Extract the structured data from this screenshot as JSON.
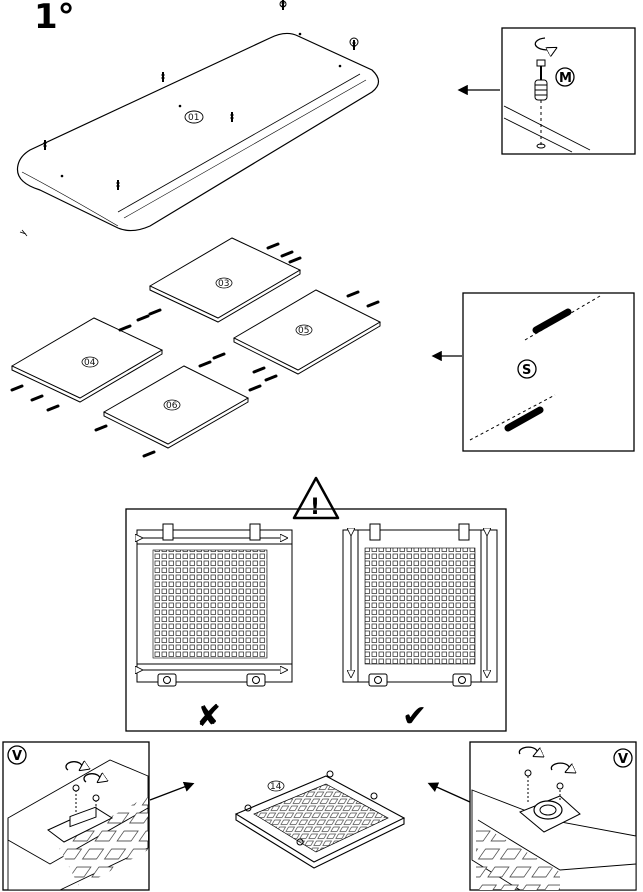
{
  "step": {
    "number": "1°"
  },
  "parts": {
    "p01": "01",
    "p03": "03",
    "p04": "04",
    "p05": "05",
    "p06": "06",
    "p14": "14"
  },
  "fittings": {
    "m": "M",
    "s": "S",
    "v": "V"
  },
  "warning_symbol": "!",
  "wrong_mark": "✘",
  "right_mark": "✔"
}
